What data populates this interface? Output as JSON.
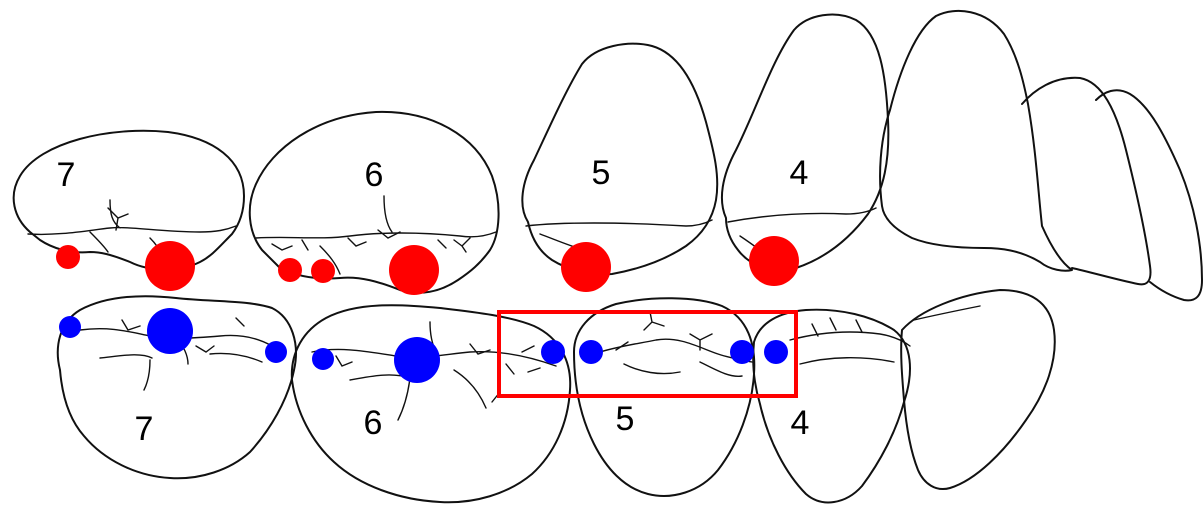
{
  "colors": {
    "upper_contact": "#ff0000",
    "lower_contact": "#0000ff",
    "highlight_box": "#ff0000",
    "outline": "#111111"
  },
  "upper_teeth": [
    {
      "label": "7"
    },
    {
      "label": "6"
    },
    {
      "label": "5"
    },
    {
      "label": "4"
    }
  ],
  "lower_teeth": [
    {
      "label": "7"
    },
    {
      "label": "6"
    },
    {
      "label": "5"
    },
    {
      "label": "4"
    }
  ]
}
